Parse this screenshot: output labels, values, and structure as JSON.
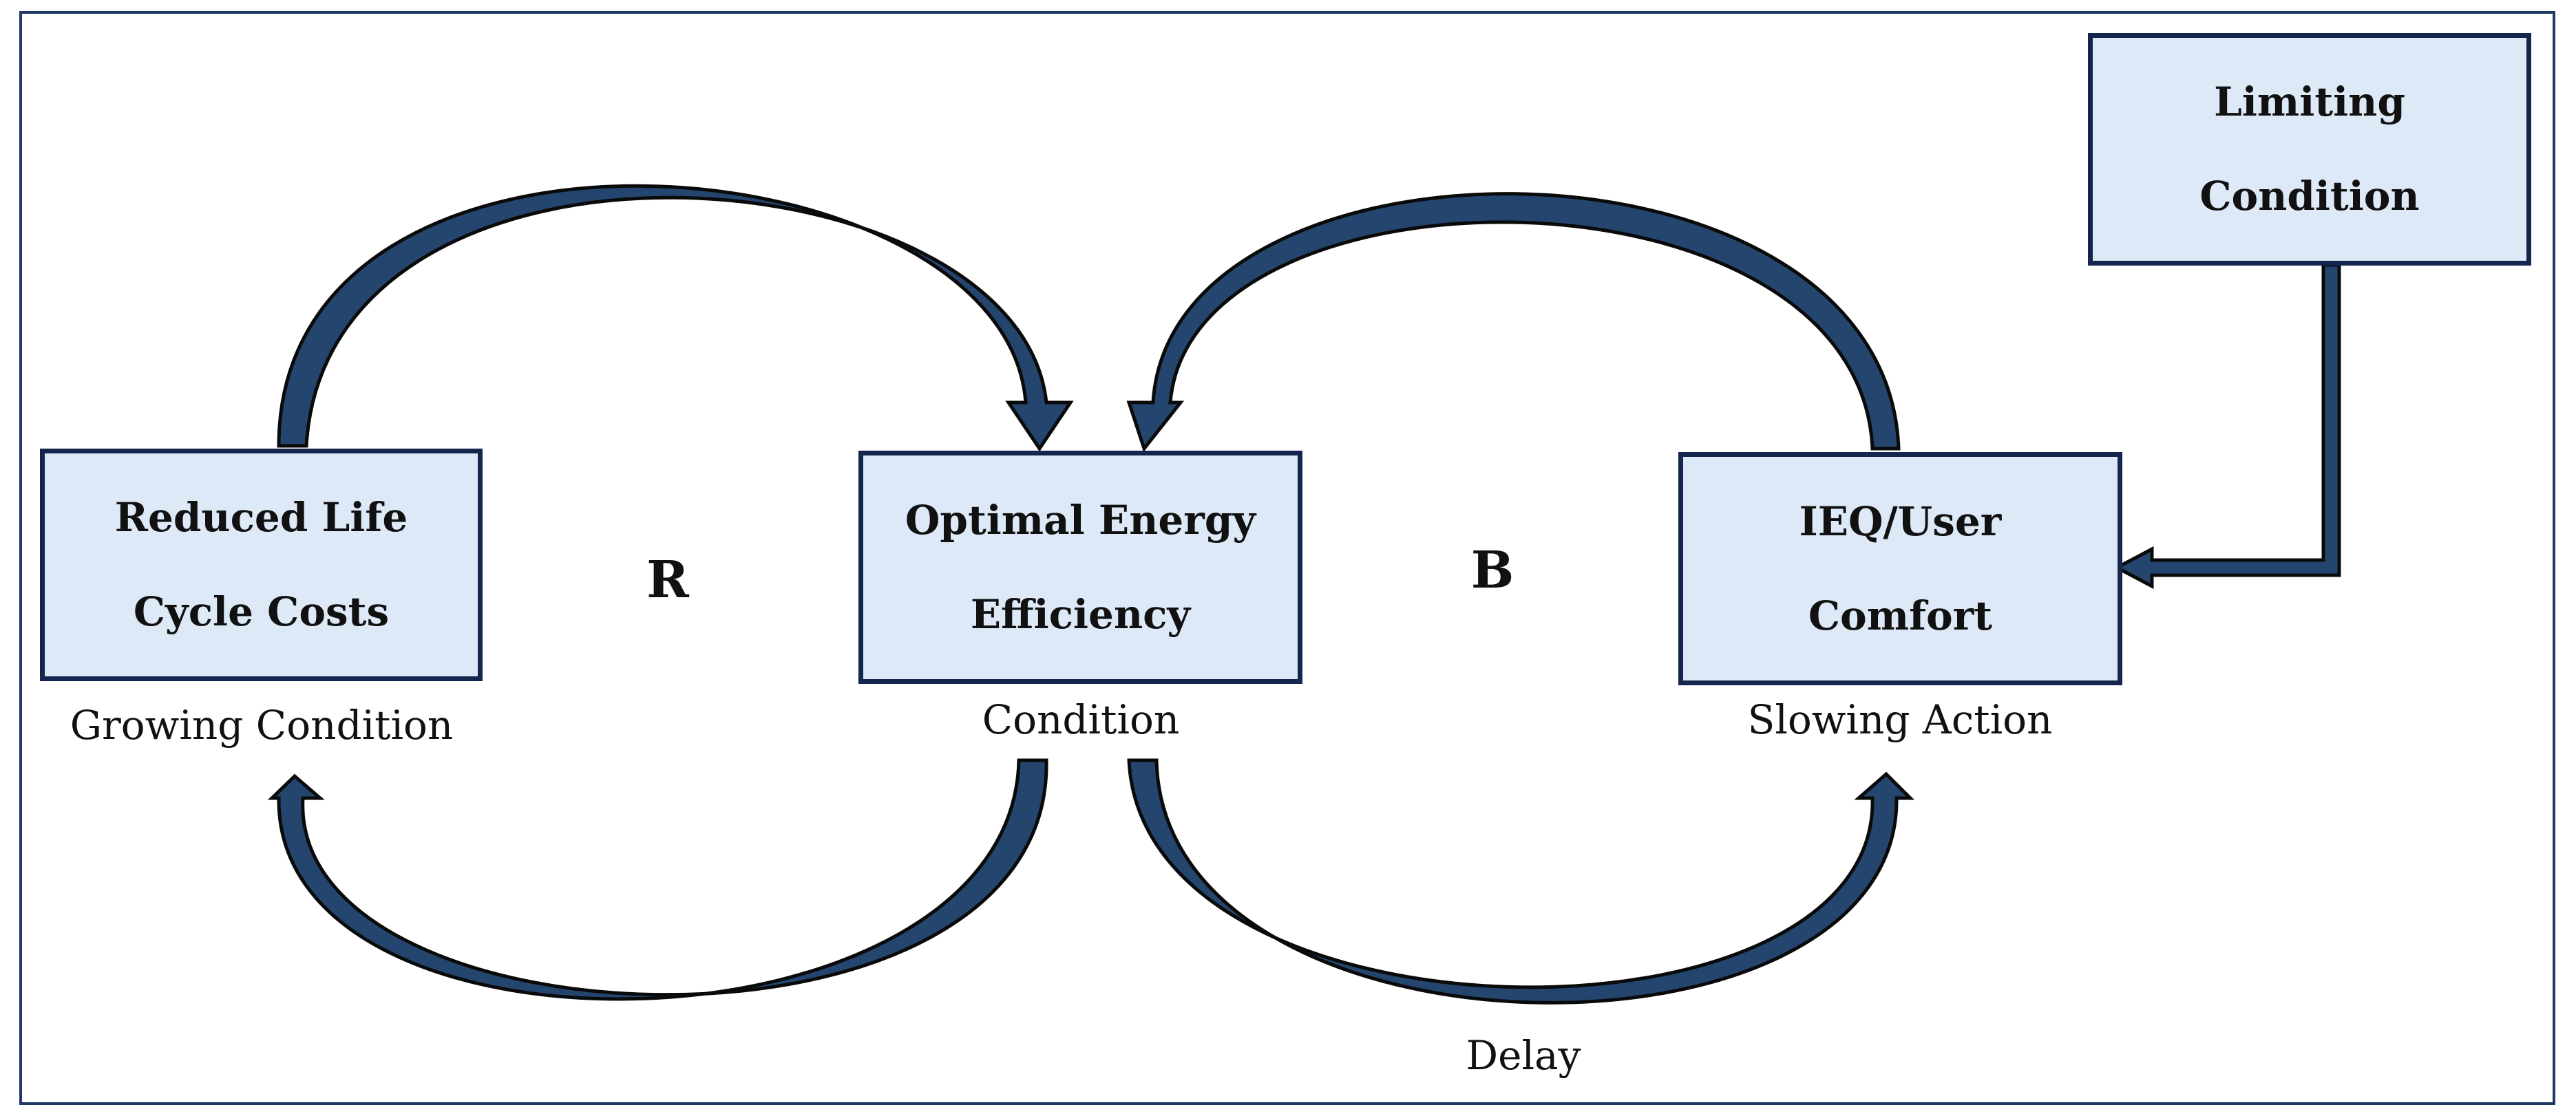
{
  "nodes": {
    "reduced_costs": {
      "line1": "Reduced Life",
      "line2": "Cycle Costs",
      "caption": "Growing Condition"
    },
    "energy": {
      "line1": "Optimal Energy",
      "line2": "Efficiency",
      "caption": "Condition"
    },
    "comfort": {
      "line1": "IEQ/User",
      "line2": "Comfort",
      "caption": "Slowing Action"
    },
    "limiting": {
      "line1": "Limiting",
      "line2": "Condition"
    }
  },
  "loops": {
    "reinforcing": "R",
    "balancing": "B"
  },
  "delay_label": "Delay",
  "colors": {
    "box_fill": "#dde9f6",
    "box_border": "#14264f",
    "arrow_fill": "#24466e",
    "arrow_outline": "#0a0a0a",
    "frame": "#1f3a66"
  }
}
